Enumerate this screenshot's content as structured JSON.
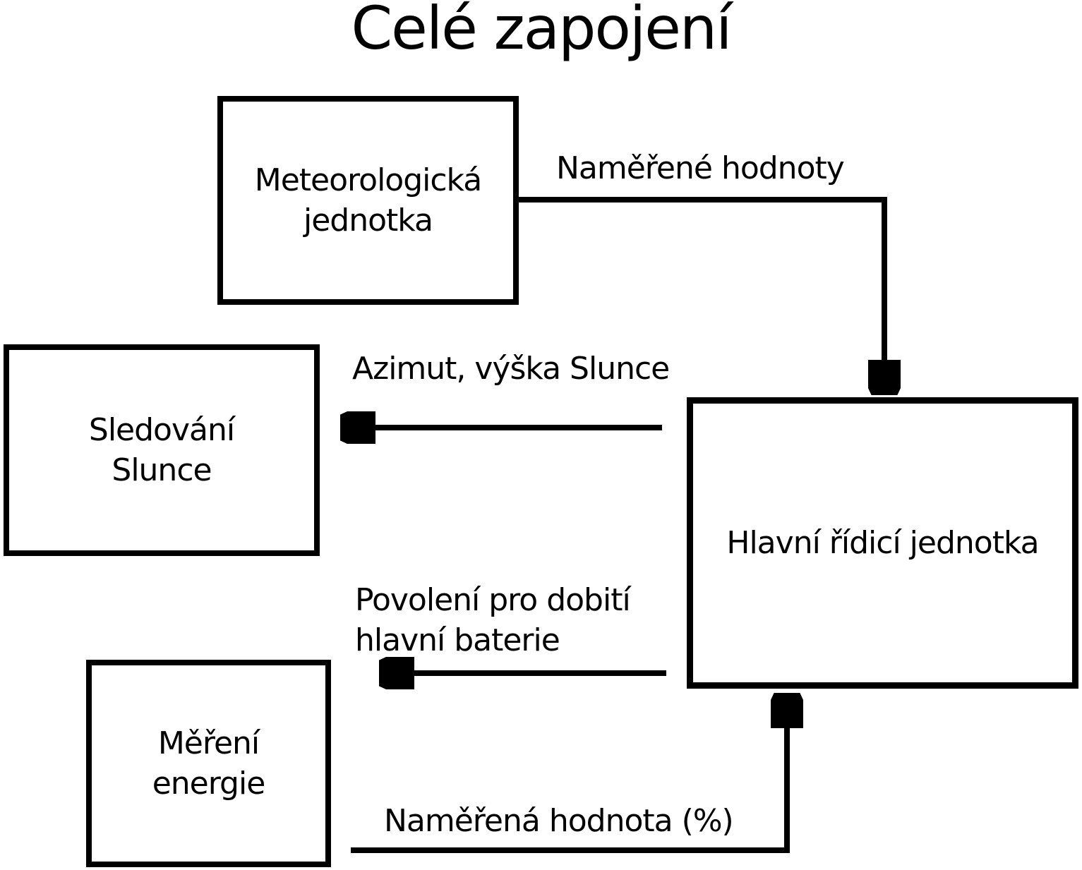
{
  "title": "Celé zapojení",
  "boxes": {
    "meteorologicka": {
      "line1": "Meteorologická",
      "line2": "jednotka"
    },
    "sledovani": {
      "line1": "Sledování",
      "line2": "Slunce"
    },
    "mereni": {
      "line1": "Měření",
      "line2": "energie"
    },
    "hlavni": {
      "label": "Hlavní řídicí jednotka"
    }
  },
  "arrows": {
    "namerene_hodnoty": {
      "label": "Naměřené hodnoty",
      "from": "Meteorologická jednotka",
      "to": "Hlavní řídicí jednotka"
    },
    "azimut": {
      "label": "Azimut, výška Slunce",
      "from": "Hlavní řídicí jednotka",
      "to": "Sledování Slunce"
    },
    "povoleni": {
      "line1": "Povolení pro dobití",
      "line2": "hlavní baterie",
      "from": "Hlavní řídicí jednotka"
    },
    "namerena_hodnota": {
      "label": "Naměřená hodnota (%)",
      "from": "Měření energie",
      "to": "Hlavní řídicí jednotka"
    }
  },
  "colors": {
    "ink": "#000000",
    "background": "#ffffff"
  }
}
